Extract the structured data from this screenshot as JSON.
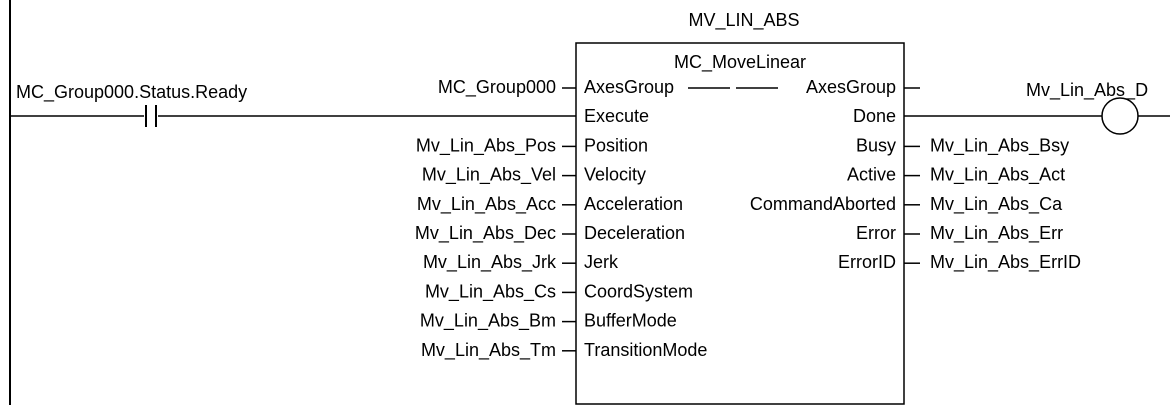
{
  "instance_name": "MV_LIN_ABS",
  "function_block": "MC_MoveLinear",
  "contact": {
    "label": "MC_Group000.Status.Ready"
  },
  "coil": {
    "label": "Mv_Lin_Abs_D"
  },
  "inputs": [
    {
      "pin": "AxesGroup",
      "variable": "MC_Group000"
    },
    {
      "pin": "Execute",
      "variable": ""
    },
    {
      "pin": "Position",
      "variable": "Mv_Lin_Abs_Pos"
    },
    {
      "pin": "Velocity",
      "variable": "Mv_Lin_Abs_Vel"
    },
    {
      "pin": "Acceleration",
      "variable": "Mv_Lin_Abs_Acc"
    },
    {
      "pin": "Deceleration",
      "variable": "Mv_Lin_Abs_Dec"
    },
    {
      "pin": "Jerk",
      "variable": "Mv_Lin_Abs_Jrk"
    },
    {
      "pin": "CoordSystem",
      "variable": "Mv_Lin_Abs_Cs"
    },
    {
      "pin": "BufferMode",
      "variable": "Mv_Lin_Abs_Bm"
    },
    {
      "pin": "TransitionMode",
      "variable": "Mv_Lin_Abs_Tm"
    }
  ],
  "outputs": [
    {
      "pin": "AxesGroup",
      "variable": ""
    },
    {
      "pin": "Done",
      "variable": ""
    },
    {
      "pin": "Busy",
      "variable": "Mv_Lin_Abs_Bsy"
    },
    {
      "pin": "Active",
      "variable": "Mv_Lin_Abs_Act"
    },
    {
      "pin": "CommandAborted",
      "variable": "Mv_Lin_Abs_Ca"
    },
    {
      "pin": "Error",
      "variable": "Mv_Lin_Abs_Err"
    },
    {
      "pin": "ErrorID",
      "variable": "Mv_Lin_Abs_ErrID"
    }
  ]
}
